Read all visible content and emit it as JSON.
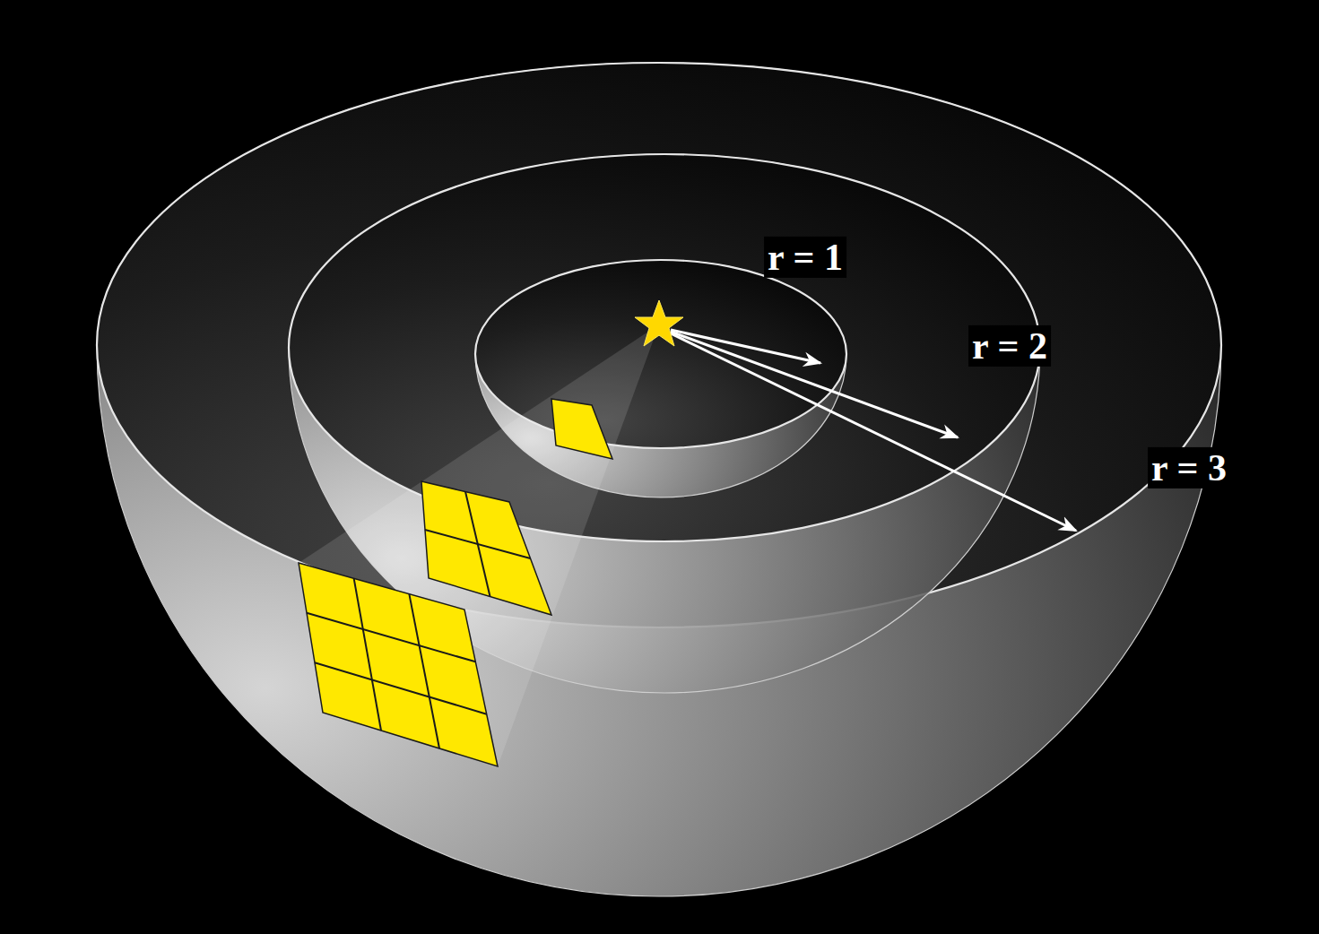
{
  "diagram": {
    "labels": [
      "r = 1",
      "r = 2",
      "r = 3"
    ]
  }
}
